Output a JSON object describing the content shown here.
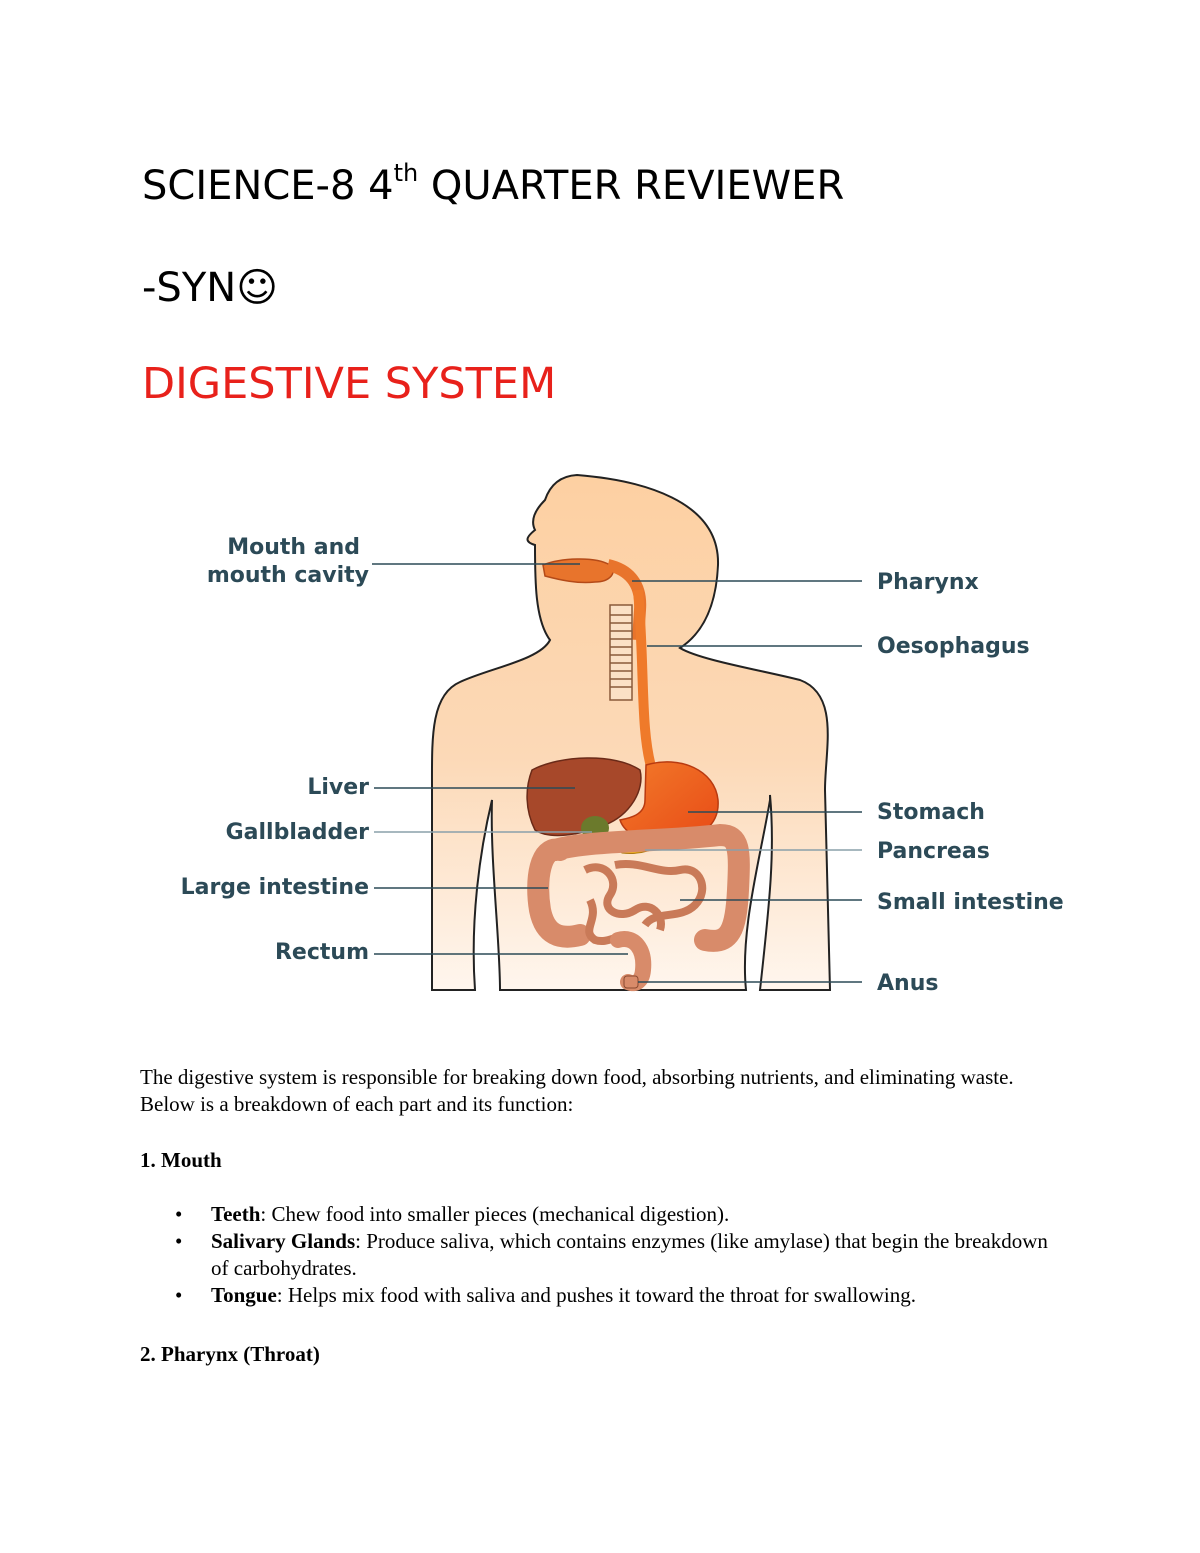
{
  "header": {
    "title_prefix": "SCIENCE-8 4",
    "title_sup": "th",
    "title_suffix": " QUARTER REVIEWER",
    "author": "-SYN",
    "author_glyph": "☺"
  },
  "section": {
    "title": "DIGESTIVE SYSTEM"
  },
  "diagram": {
    "labels_left": {
      "mouth_line1": "Mouth and",
      "mouth_line2": "mouth cavity",
      "liver": "Liver",
      "gallbladder": "Gallbladder",
      "large_intestine": "Large intestine",
      "rectum": "Rectum"
    },
    "labels_right": {
      "pharynx": "Pharynx",
      "oesophagus": "Oesophagus",
      "stomach": "Stomach",
      "pancreas": "Pancreas",
      "small_intestine": "Small intestine",
      "anus": "Anus"
    },
    "colors": {
      "body": "#fcd3a7",
      "liver": "#a7482a",
      "stomach": "#ef5a1c",
      "intestine": "#d88b6a",
      "gallbladder": "#6b7a2c",
      "pancreas": "#f0b020",
      "label": "#2c4a57"
    }
  },
  "content": {
    "intro": "The digestive system is responsible for breaking down food, absorbing nutrients, and eliminating waste. Below is a breakdown of each part and its function:",
    "mouth_heading": "1. Mouth",
    "bullet_glyph": "•",
    "mouth_items": [
      {
        "term": "Teeth",
        "text": ": Chew food into smaller pieces (mechanical digestion)."
      },
      {
        "term": "Salivary Glands",
        "text": ": Produce saliva, which contains enzymes (like amylase) that begin the breakdown of carbohydrates."
      },
      {
        "term": "Tongue",
        "text": ": Helps mix food with saliva and pushes it toward the throat for swallowing."
      }
    ],
    "pharynx_heading": "2. Pharynx (Throat)"
  }
}
